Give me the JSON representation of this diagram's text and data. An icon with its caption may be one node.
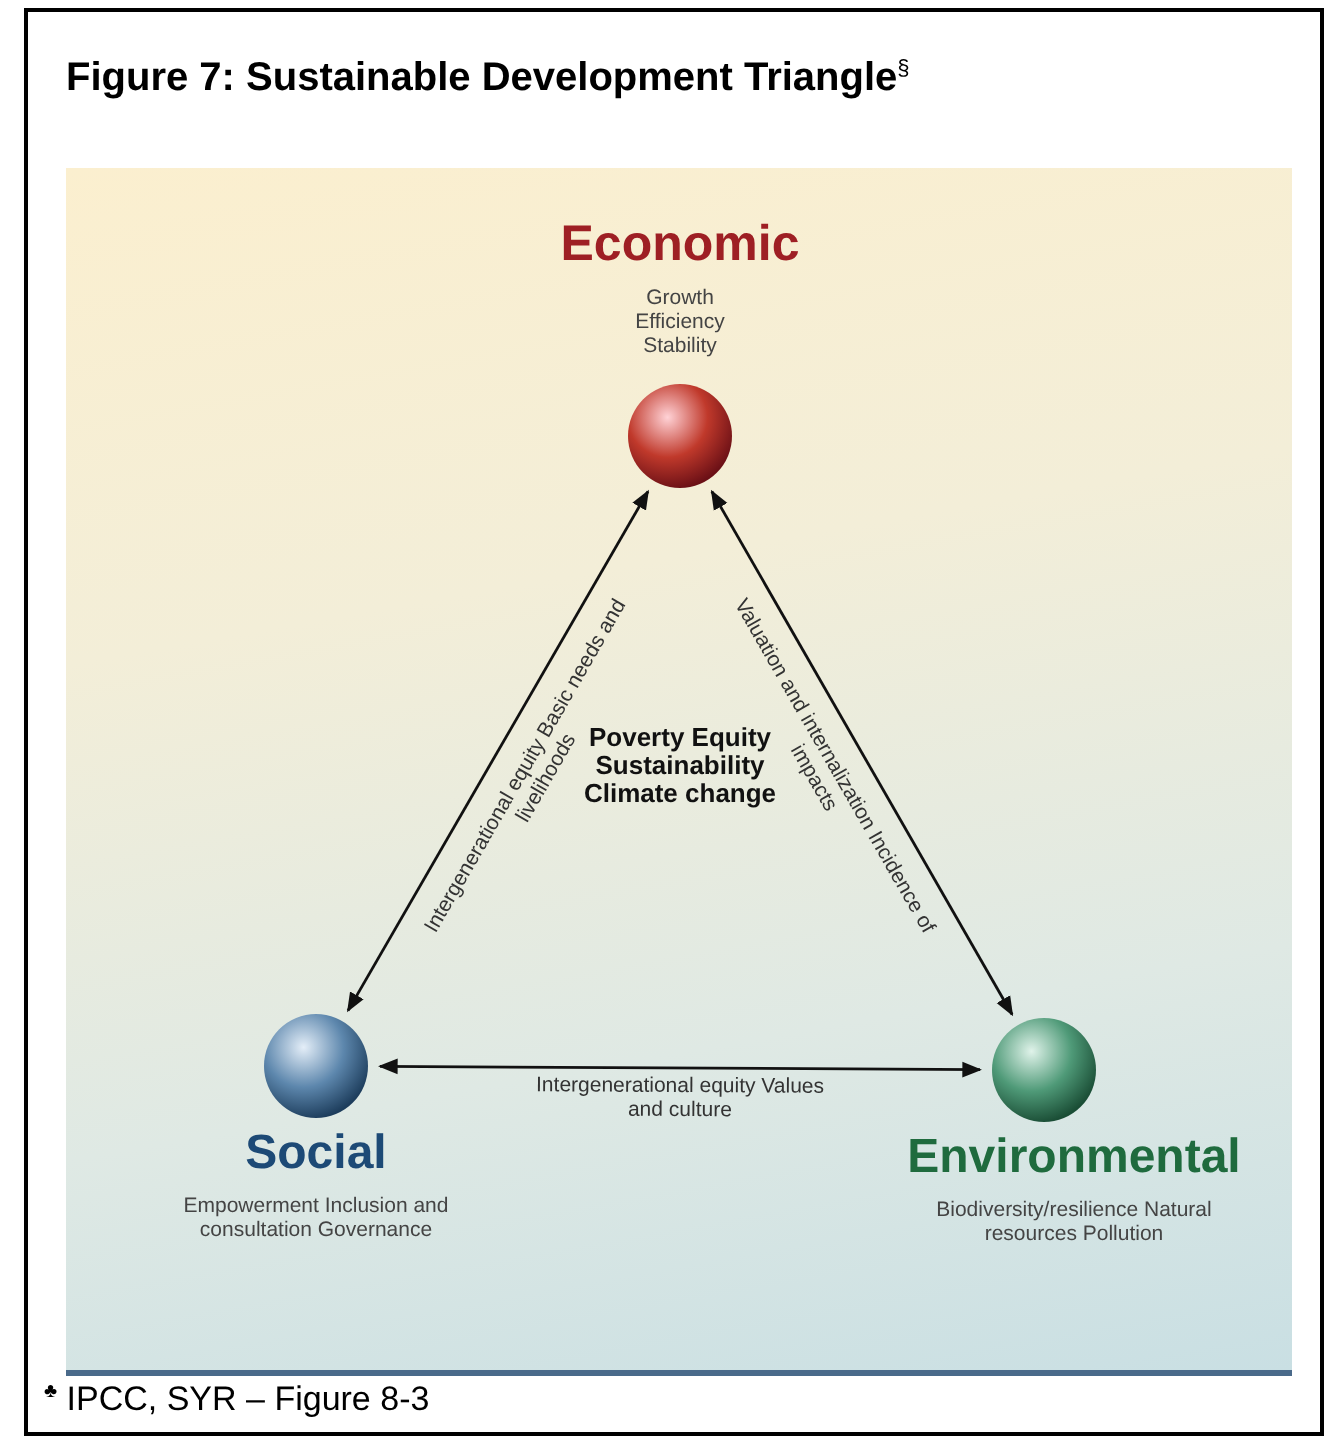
{
  "diagram": {
    "title": "Figure 7: Sustainable Development Triangle$^{§}$",
    "caption": "$^{♣}$ IPCC, SYR – Figure 8-3",
    "nodes": [
      {
        "text": [
          "Economic",
          "Growth Efficiency Stability"
        ]
      },
      {
        "text": [
          "Social",
          "Empowerment Inclusion and consultation Governance"
        ]
      },
      {
        "text": [
          "Environmental",
          "Biodiversity/resilience Natural resources Pollution"
        ]
      }
    ],
    "edges": [
      {
        "from": 0,
        "to": 1,
        "arrow": "both",
        "label": "Intergenerational equity Basic needs and livelihoods"
      },
      {
        "from": 0,
        "to": 2,
        "arrow": "both",
        "label": "Valuation and internalization Incidence of impacts"
      },
      {
        "from": 1,
        "to": 2,
        "arrow": "both",
        "label": "Intergenerational equity Values and culture"
      }
    ],
    "labels": [
      "Poverty Equity Sustainability Climate change"
    ]
  }
}
